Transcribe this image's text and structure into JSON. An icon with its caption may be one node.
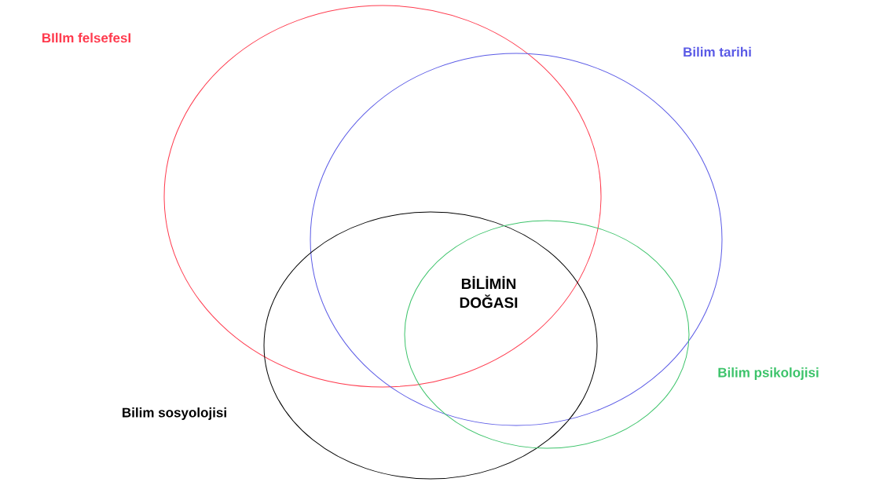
{
  "diagram": {
    "nodes": [
      {
        "text": [
          "BIlIm felsefesI"
        ]
      },
      {
        "text": [
          "Bilim tarihi"
        ]
      },
      {
        "text": [
          "Bilim sosyolojisi"
        ]
      },
      {
        "text": [
          "Bilim psikolojisi"
        ]
      }
    ],
    "labels": [
      "BİLİMİN DOĞASI"
    ]
  }
}
